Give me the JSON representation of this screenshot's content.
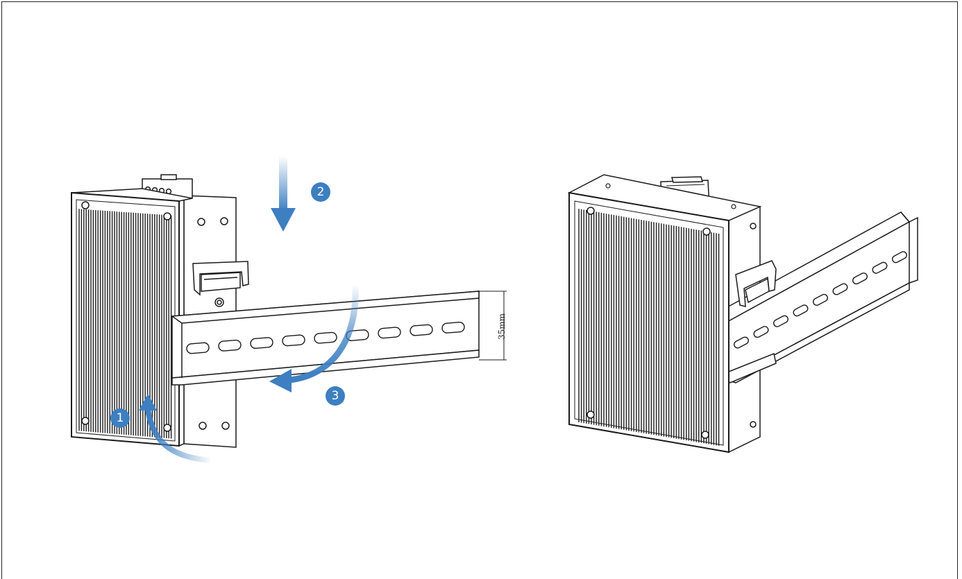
{
  "steps": {
    "step1": "1",
    "step2": "2",
    "step3": "3"
  },
  "dimension": {
    "rail_height": "35mm"
  },
  "colors": {
    "line": "#1a1a1a",
    "accent": "#3d7fc1",
    "fin": "#222222",
    "background": "#ffffff"
  },
  "icons": {
    "step_marker": "numbered-circle",
    "motion": "curved-arrow"
  }
}
